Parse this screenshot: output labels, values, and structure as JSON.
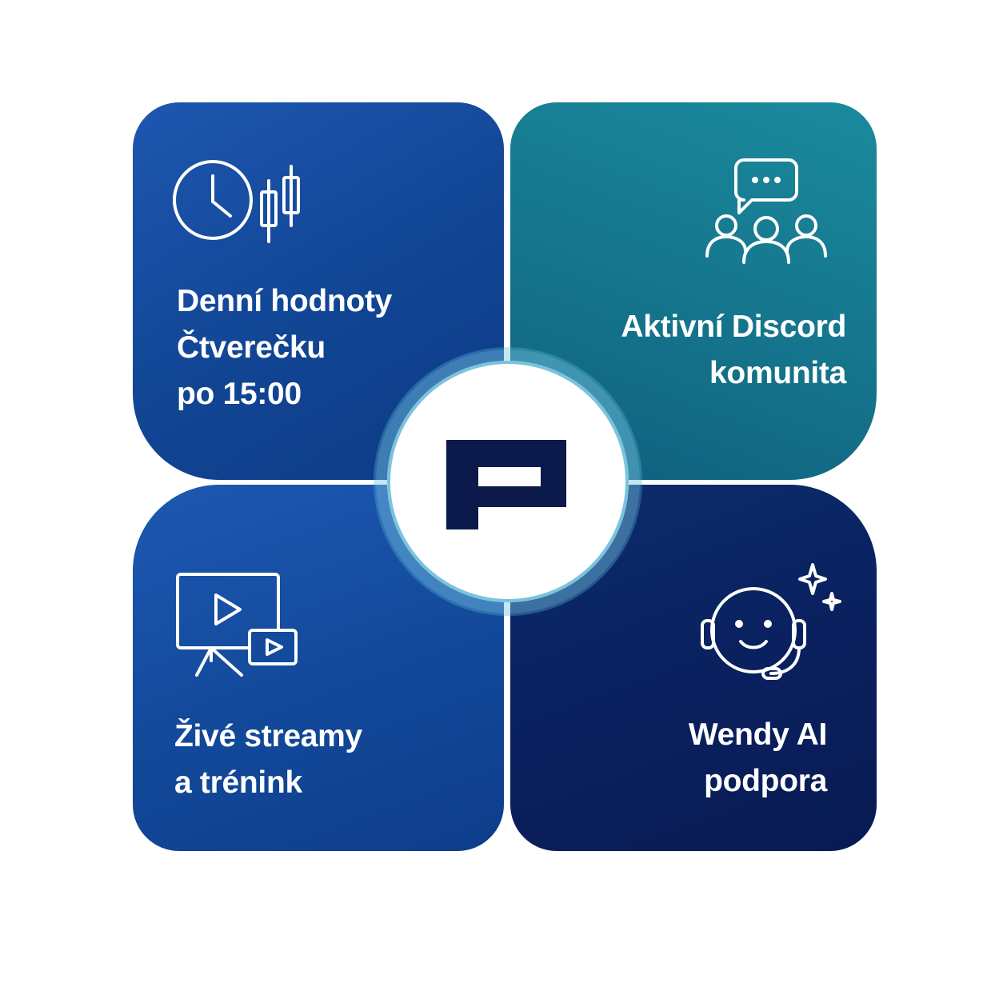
{
  "tiles": {
    "top_left": {
      "icon": "clock-candlestick-icon",
      "lines": [
        "Denní hodnoty",
        "Čtverečku",
        "po 15:00"
      ],
      "color": "#114594"
    },
    "top_right": {
      "icon": "community-chat-icon",
      "lines": [
        "Aktivní Discord",
        "komunita"
      ],
      "color": "#15768d"
    },
    "bottom_left": {
      "icon": "video-stream-icon",
      "lines": [
        "Živé streamy",
        "a trénink"
      ],
      "color": "#134a9c"
    },
    "bottom_right": {
      "icon": "ai-assistant-icon",
      "lines": [
        "Wendy AI",
        "podpora"
      ],
      "color": "#0a2160"
    }
  },
  "center": {
    "logo": "square-bracket-logo",
    "color": "#0b1a4a"
  }
}
